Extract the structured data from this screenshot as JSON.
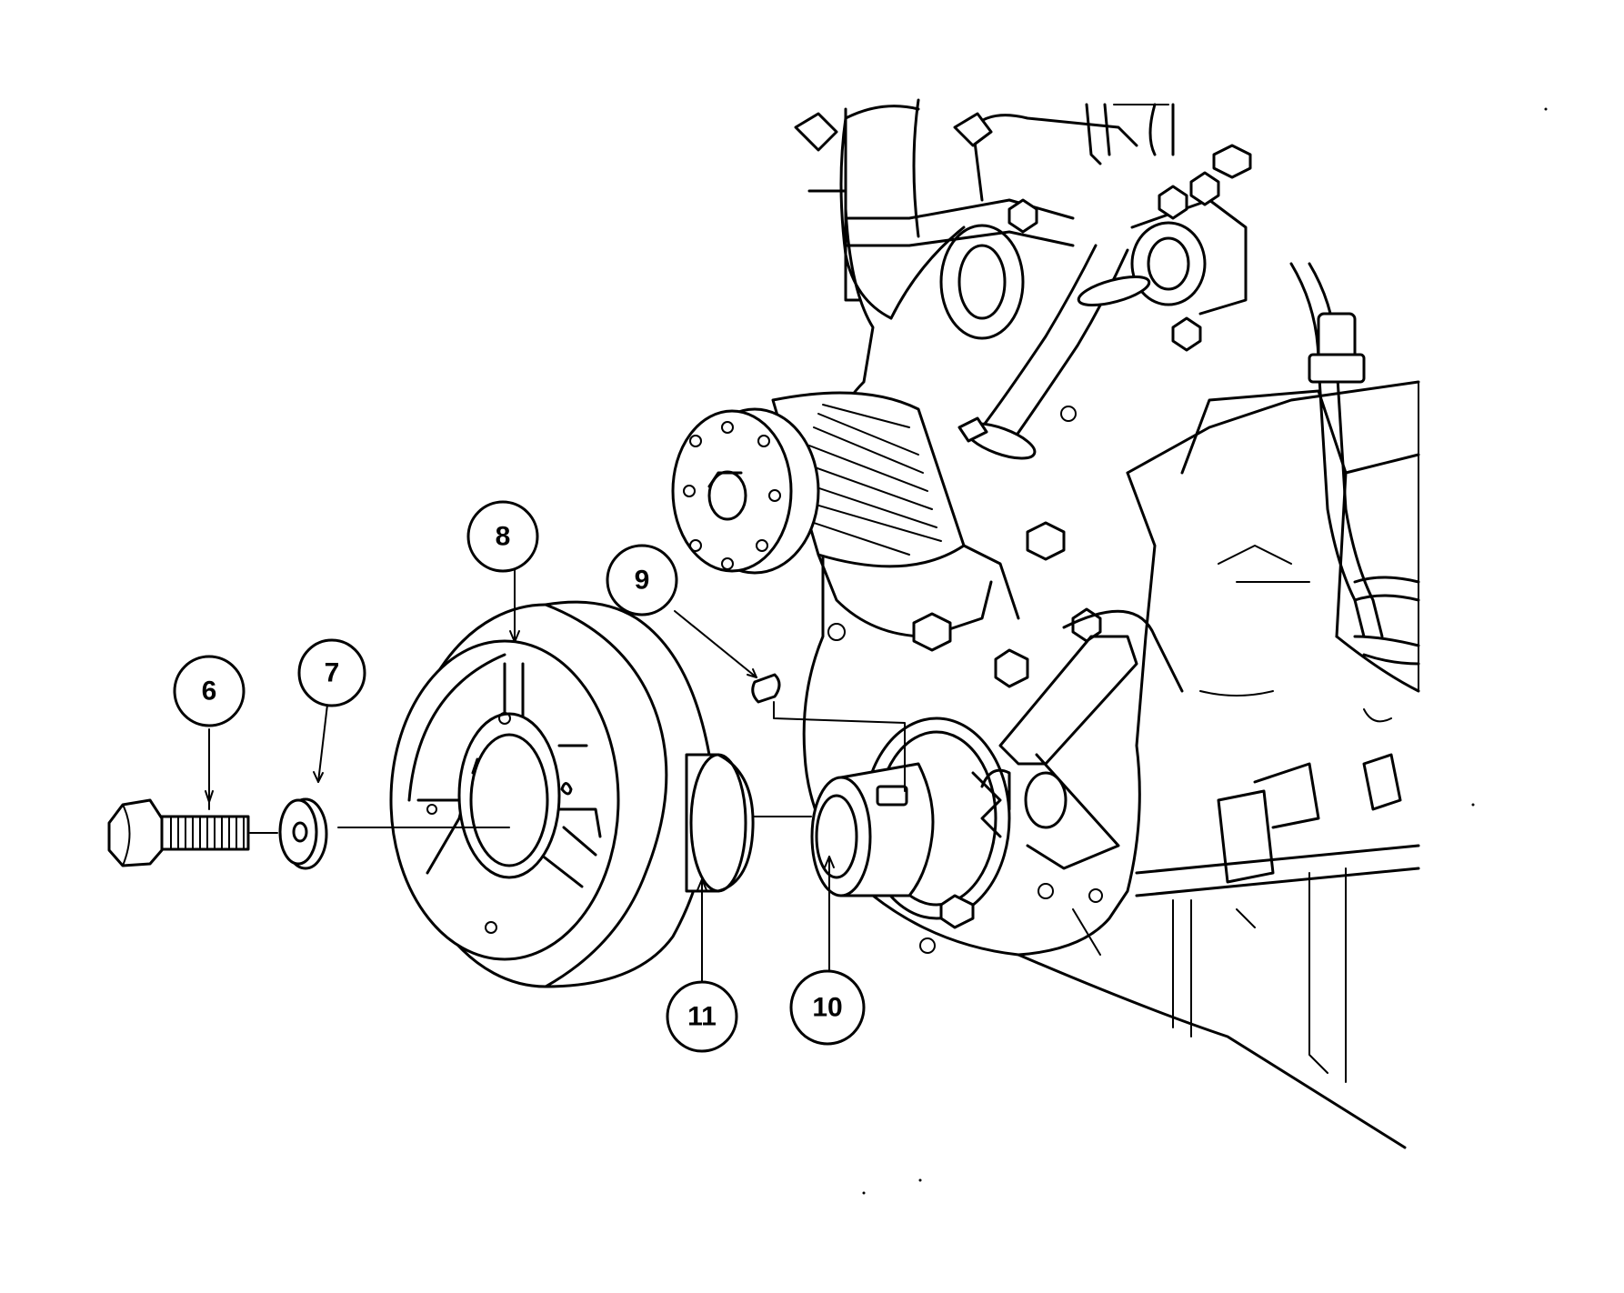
{
  "callouts": [
    {
      "id": "callout-6",
      "label": "6"
    },
    {
      "id": "callout-7",
      "label": "7"
    },
    {
      "id": "callout-8",
      "label": "8"
    },
    {
      "id": "callout-9",
      "label": "9"
    },
    {
      "id": "callout-10",
      "label": "10"
    },
    {
      "id": "callout-11",
      "label": "11"
    }
  ]
}
